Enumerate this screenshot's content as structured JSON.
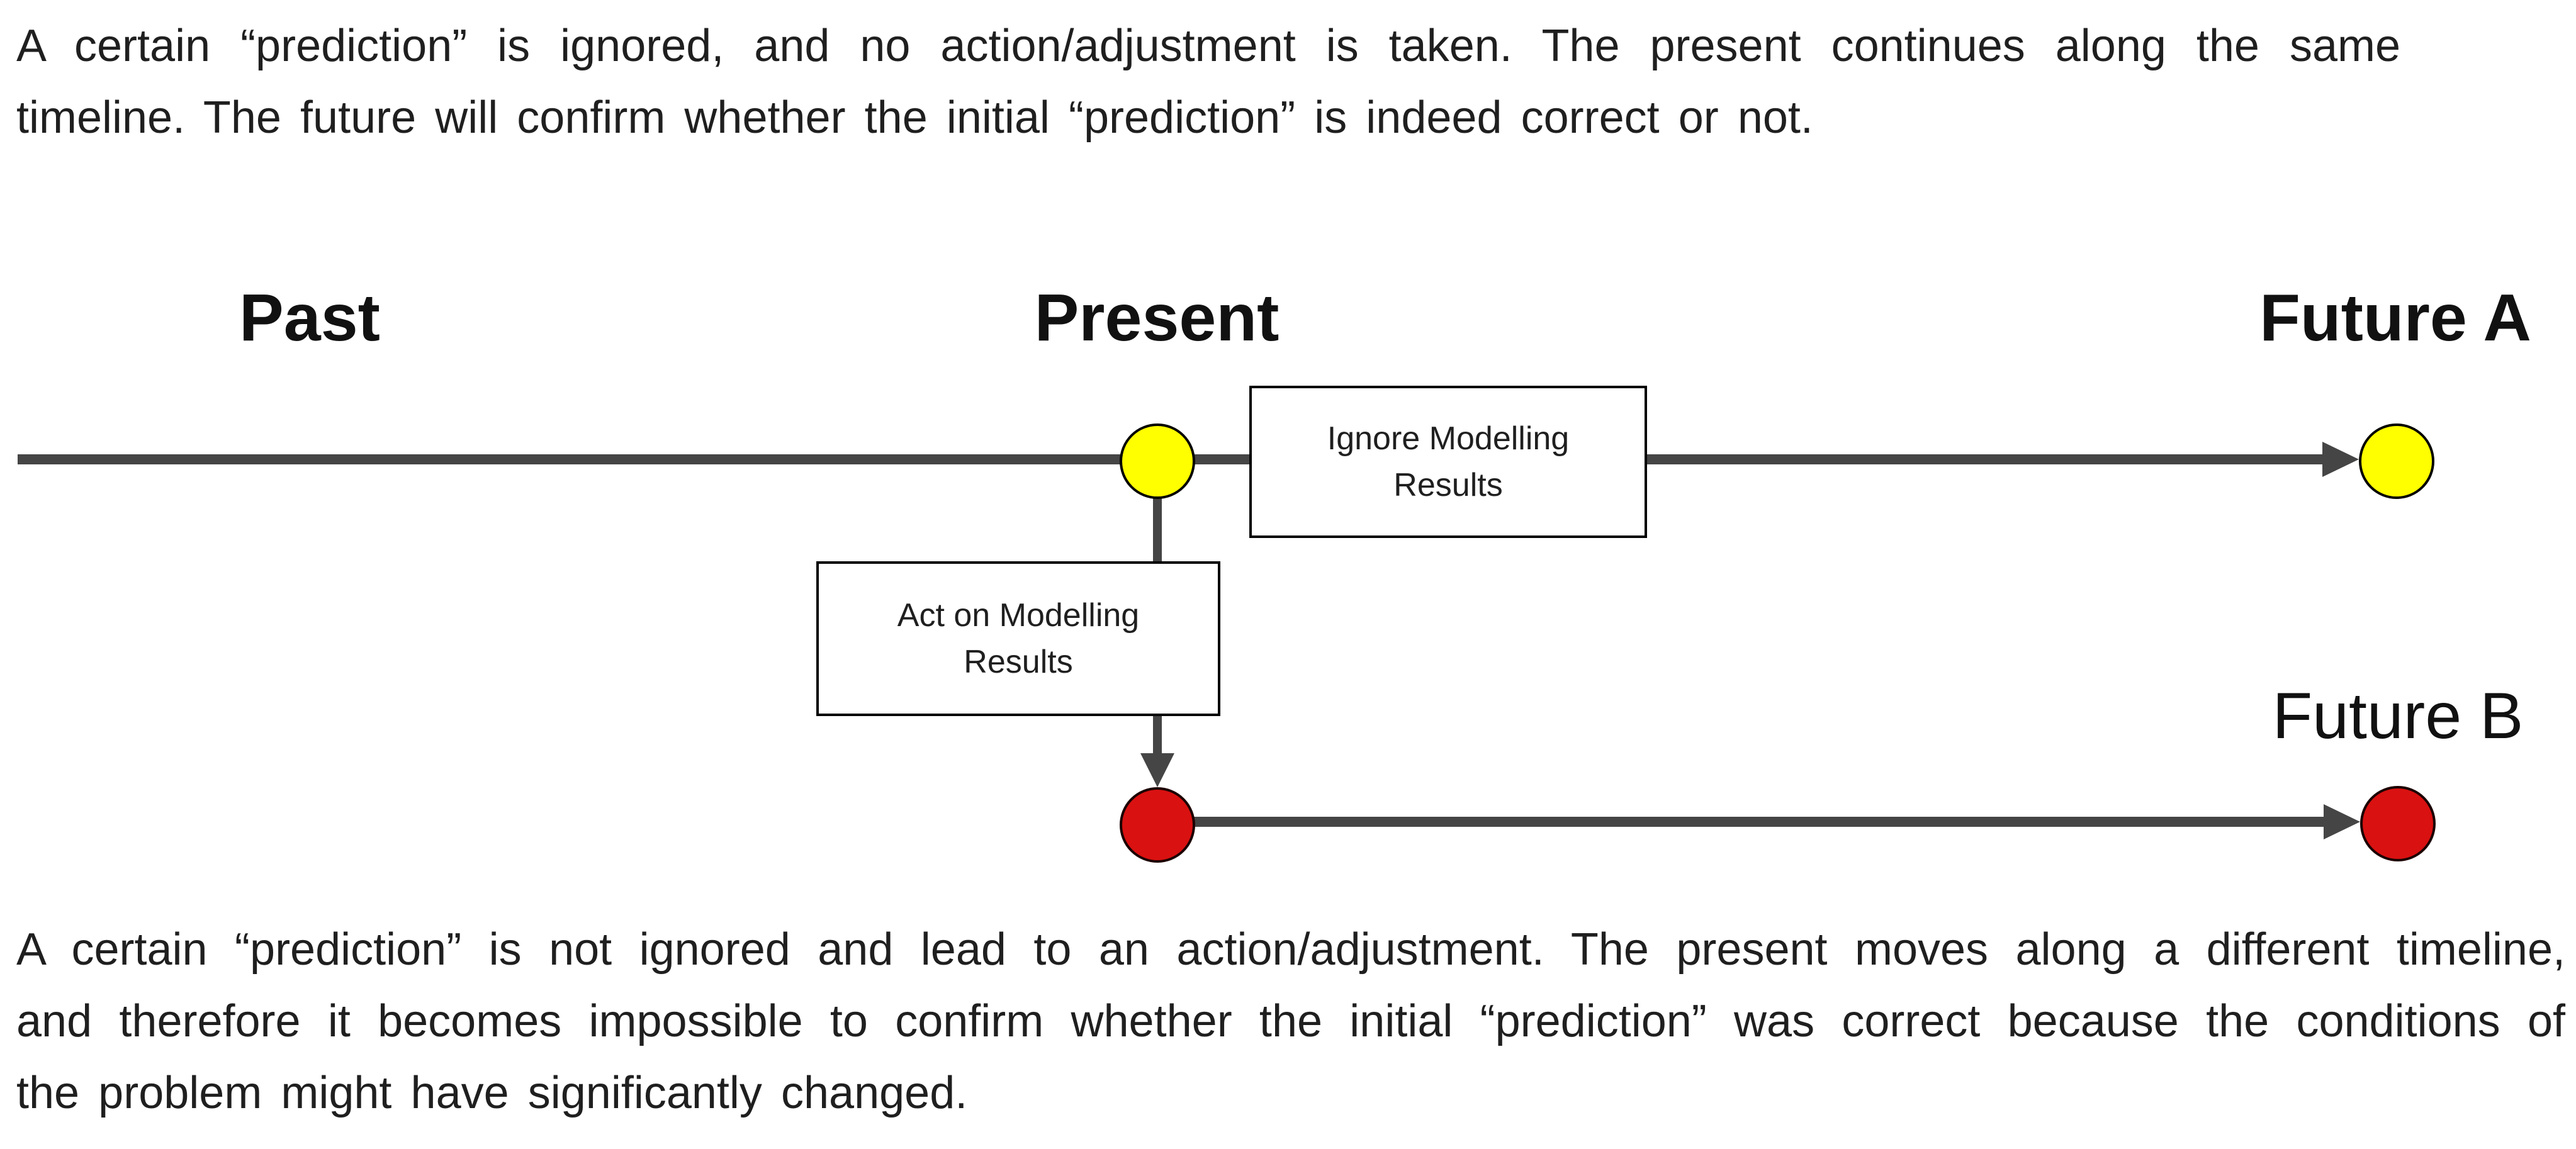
{
  "top_paragraph": {
    "lines": [
      "A certain “prediction” is ignored, and no action/adjustment is taken. The present continues along the same",
      "timeline. The future will confirm whether the initial “prediction” is indeed correct or not."
    ]
  },
  "labels": {
    "past": "Past",
    "present": "Present",
    "future_a": "Future A",
    "future_b": "Future B"
  },
  "boxes": {
    "ignore": {
      "line1": "Ignore Modelling",
      "line2": "Results"
    },
    "act": {
      "line1": "Act on Modelling",
      "line2": "Results"
    }
  },
  "bottom_paragraph": {
    "lines": [
      "A certain “prediction” is not ignored and lead to an action/adjustment. The present moves along a different timeline,",
      "and therefore it becomes impossible to confirm whether the initial “prediction” was correct because the conditions of",
      "the problem might have significantly changed."
    ]
  },
  "colors": {
    "timeline_gray": "#454545",
    "present_yellow": "#ffff00",
    "action_red": "#d91111",
    "outline_black": "#000000",
    "background": "#ffffff"
  }
}
